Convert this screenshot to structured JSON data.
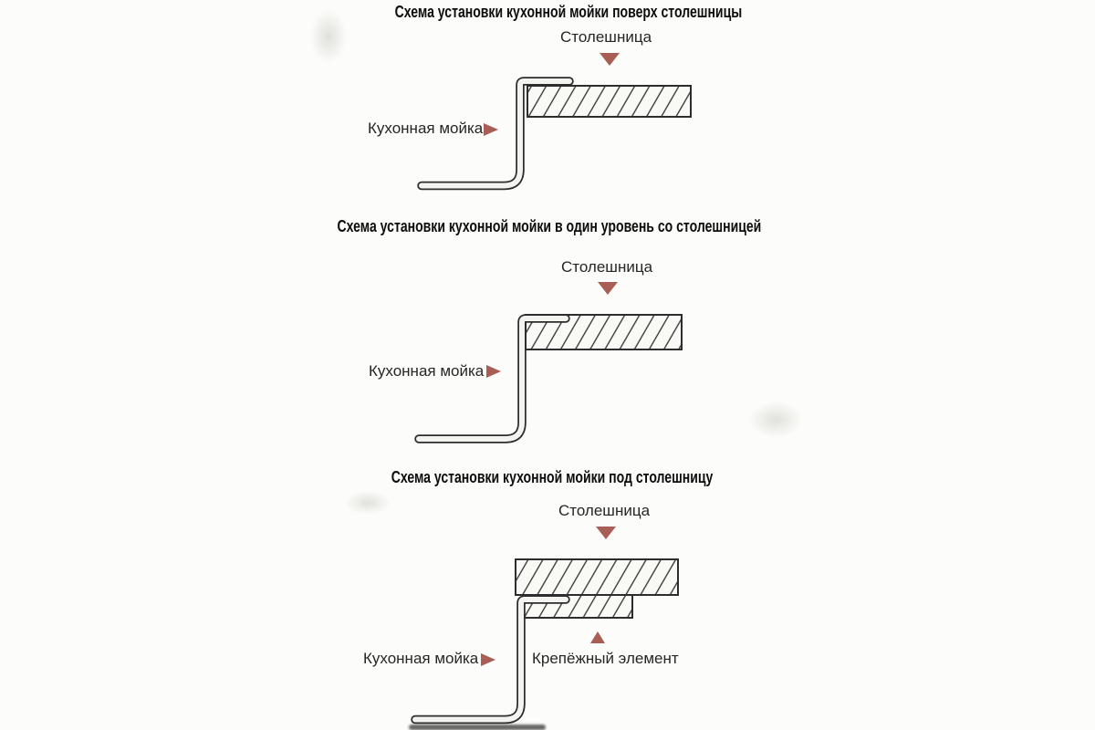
{
  "colors": {
    "arrow": "#a95e55",
    "line": "#2d2d2d",
    "text": "#262626",
    "title": "#0d0d0d",
    "paper": "#fcfcfa",
    "tube_fill": "#f3f3ef",
    "counter_fill": "#f9f9f6"
  },
  "diagrams": [
    {
      "id": "overmount",
      "title": "Схема установки кухонной мойки поверх столешницы",
      "countertop_label": "Столешница",
      "sink_label": "Кухонная мойка"
    },
    {
      "id": "flushmount",
      "title": "Схема установки кухонной мойки в один уровень со столешницей",
      "countertop_label": "Столешница",
      "sink_label": "Кухонная мойка"
    },
    {
      "id": "undermount",
      "title": "Схема установки кухонной мойки под столешницу",
      "countertop_label": "Столешница",
      "sink_label": "Кухонная мойка",
      "fastener_label": "Крепёжный элемент"
    }
  ]
}
